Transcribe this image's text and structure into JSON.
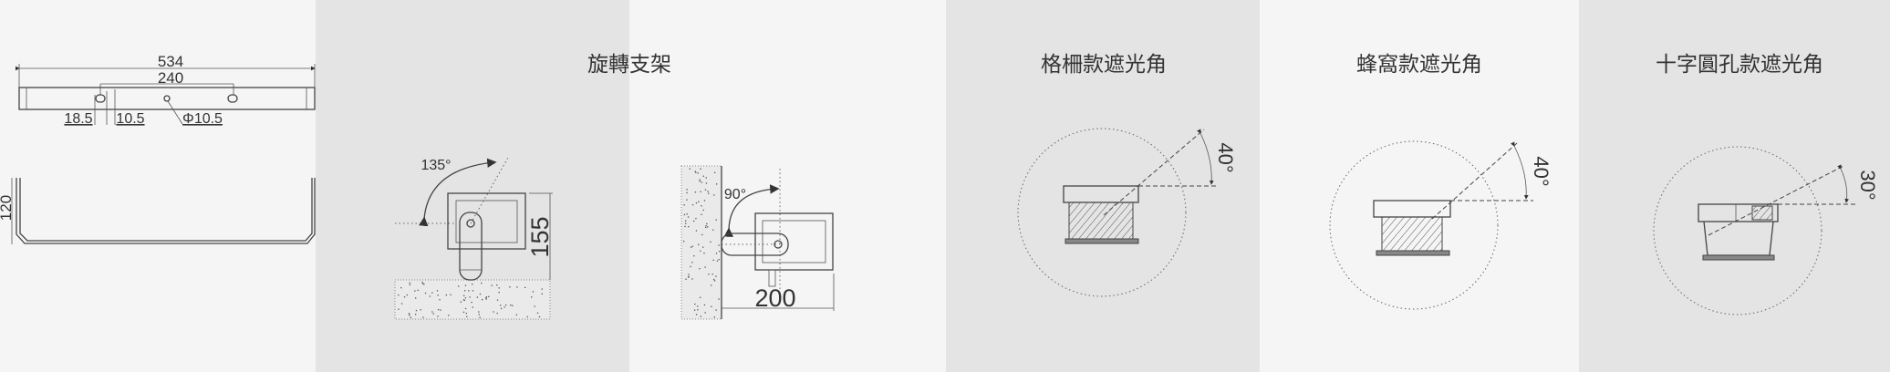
{
  "colors": {
    "panel_light": "#f5f5f5",
    "panel_gray": "#e3e4e3",
    "line": "#444444"
  },
  "bracket_dimensions": {
    "overall_length": "534",
    "hole_spacing": "240",
    "edge_offset": "18.5",
    "slot_width": "10.5",
    "hole_diameter": "Φ10.5",
    "height": "120"
  },
  "rotating_bracket": {
    "title": "旋轉支架",
    "floor_mount": {
      "angle": "135°",
      "height": "155"
    },
    "wall_mount": {
      "angle": "90°",
      "depth": "200"
    }
  },
  "shields": [
    {
      "title": "格柵款遮光角",
      "angle": "40°"
    },
    {
      "title": "蜂窩款遮光角",
      "angle": "40°"
    },
    {
      "title": "十字圓孔款遮光角",
      "angle": "30°"
    }
  ]
}
